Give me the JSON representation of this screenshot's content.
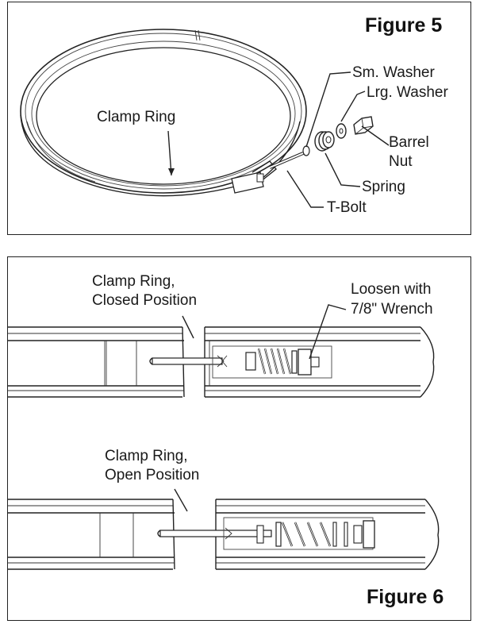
{
  "figure5": {
    "title": "Figure 5",
    "labels": {
      "clamp_ring": "Clamp Ring",
      "sm_washer": "Sm. Washer",
      "lrg_washer": "Lrg. Washer",
      "barrel": "Barrel",
      "nut": "Nut",
      "spring": "Spring",
      "t_bolt": "T-Bolt"
    }
  },
  "figure6": {
    "title": "Figure 6",
    "closed_line1": "Clamp Ring,",
    "closed_line2": "Closed Position",
    "loosen_line1": "Loosen with",
    "loosen_line2": "7/8\" Wrench",
    "open_line1": "Clamp Ring,",
    "open_line2": "Open Position"
  }
}
